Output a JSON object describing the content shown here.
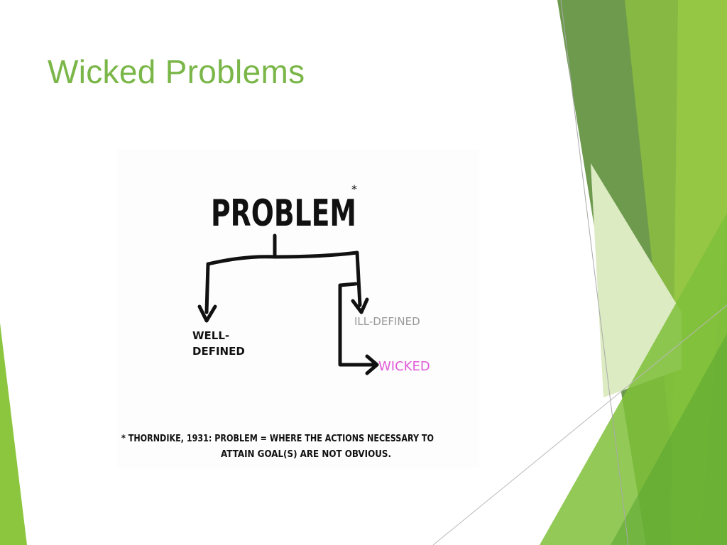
{
  "slide": {
    "title": "Wicked Problems"
  },
  "sketch": {
    "heading": "PROBLEM",
    "asterisk": "*",
    "branch_left_line1": "WELL-",
    "branch_left_line2": "DEFINED",
    "branch_right": "ILL-DEFINED",
    "branch_sub": "WICKED",
    "footnote_line1": "* THORNDIKE, 1931: PROBLEM = WHERE THE ACTIONS NECESSARY TO",
    "footnote_line2": "ATTAIN GOAL(S) ARE NOT OBVIOUS."
  },
  "colors": {
    "title": "#7ab648",
    "ill_defined": "#9a9a9a",
    "wicked": "#e05ad8",
    "green_light": "#d4e8b0",
    "green_mid": "#8cc63f",
    "green_dark": "#6a9a4a"
  }
}
